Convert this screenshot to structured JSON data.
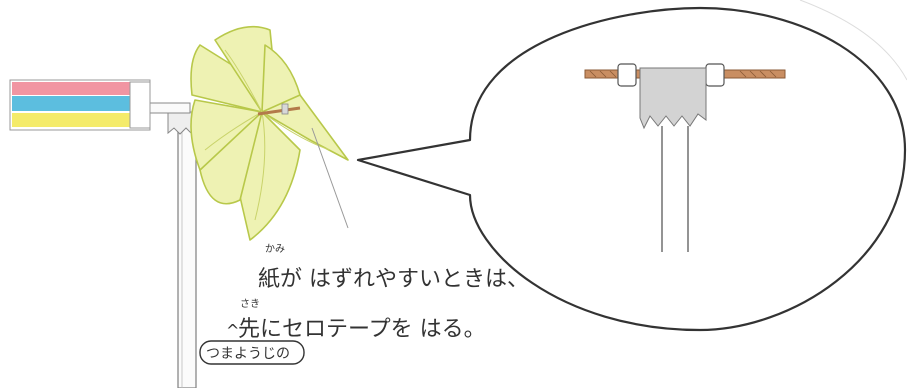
{
  "illustration": {
    "ruby_kami": "かみ",
    "line1": "紙が はずれやすいときは、",
    "ruby_saki": "さき",
    "line2": "先にセロテープを はる。",
    "insert_mark": "^",
    "insert_note": "つまようじの"
  },
  "colors": {
    "pinwheel": "#eef2b3",
    "pinwheel_edge": "#b8c84a",
    "flag_red": "#f08a98",
    "flag_blue": "#4ab7dc",
    "flag_yellow": "#f3e95a",
    "toothpick": "#b37a4a",
    "tape": "#cfcfcf",
    "ink": "#333333"
  }
}
